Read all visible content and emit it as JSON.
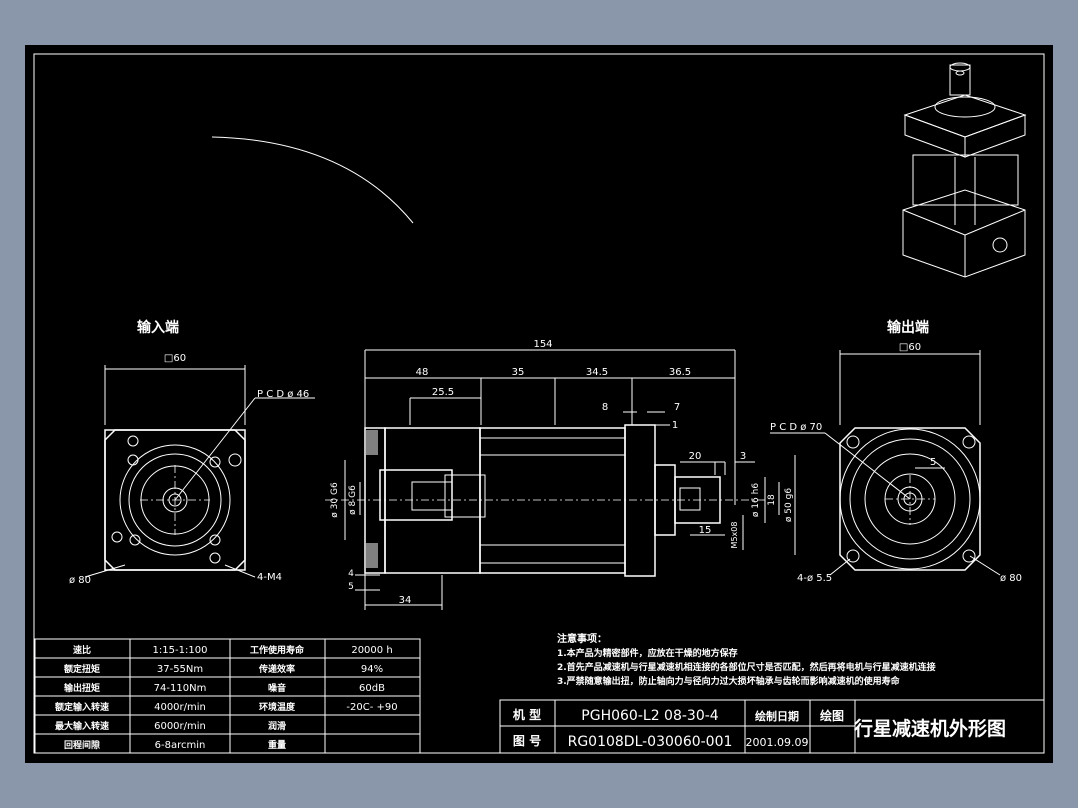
{
  "titles": {
    "input_side": "输入端",
    "output_side": "输出端"
  },
  "dims": {
    "left_square": "□60",
    "left_pcd": "P C D ø 46",
    "left_dia": "ø 80",
    "left_bolts": "4-M4",
    "total_len": "154",
    "seg1": "48",
    "seg2": "35",
    "seg3": "34.5",
    "seg4": "36.5",
    "d255": "25.5",
    "d8": "8",
    "d7": "7",
    "d1": "1",
    "d20": "20",
    "d3": "3",
    "d4": "4",
    "d5": "5",
    "d34": "34",
    "d15": "15",
    "d30": "ø 30 G6",
    "d8g6": "ø 8 G6",
    "d16": "ø 16 h6",
    "d18": "18",
    "d50": "ø 50 g6",
    "d08": "M5x08",
    "right_square": "□60",
    "right_pcd": "P C D ø 70",
    "right_dia": "ø 80",
    "right_bolts": "4-ø 5.5",
    "right_key": "5"
  },
  "spec_table": [
    [
      "速比",
      "1:15-1:100",
      "工作使用寿命",
      "20000  h"
    ],
    [
      "额定扭矩",
      "37-55Nm",
      "传递效率",
      "94%"
    ],
    [
      "输出扭矩",
      "74-110Nm",
      "噪音",
      "60dB"
    ],
    [
      "额定输入转速",
      "4000r/min",
      "环境温度",
      "-20C- +90"
    ],
    [
      "最大输入转速",
      "6000r/min",
      "润滑",
      ""
    ],
    [
      "回程间隙",
      "6-8arcmin",
      "重量",
      ""
    ]
  ],
  "notes": {
    "heading": "注意事项：",
    "lines": [
      "1.本产品为精密部件，应放在干燥的地方保存",
      "2.首先产品减速机与行星减速机相连接的各部位尺寸是否匹配，然后再将电机与行星减速机连接",
      "3.严禁随意输出扭，防止轴向力与径向力过大损坏轴承与齿轮而影响减速机的使用寿命"
    ]
  },
  "title_block": {
    "model_label": "机  型",
    "model_value": "PGH060-L2  08-30-4",
    "drawing_no_label": "图  号",
    "drawing_no_value": "RG0108DL-030060-001",
    "drawn_by_label": "绘制日期",
    "date_value": "2001.09.09",
    "checker_label": "绘图",
    "drawing_title": "行星减速机外形图"
  }
}
